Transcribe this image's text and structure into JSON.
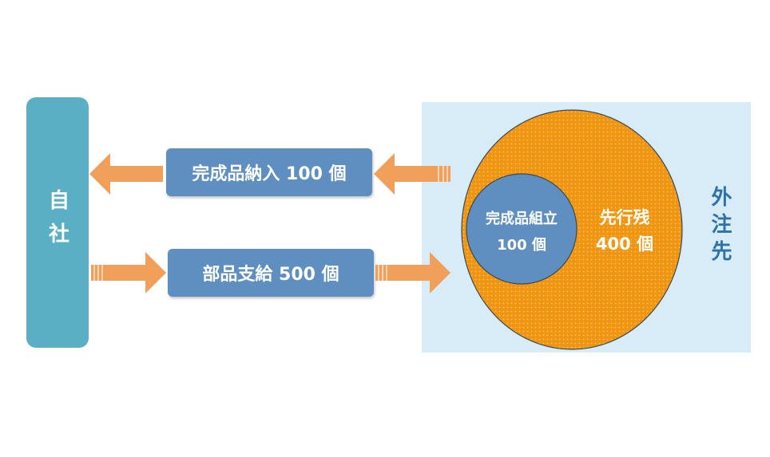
{
  "company": {
    "label": "自社"
  },
  "partner": {
    "label": "外注先"
  },
  "flows": {
    "delivery": {
      "label": "完成品納入 100 個"
    },
    "supply": {
      "label": "部品支給 500 個"
    }
  },
  "circles": {
    "assembled": {
      "line1": "完成品組立",
      "line2": "100 個"
    },
    "remaining": {
      "line1": "先行残",
      "line2": "400 個"
    }
  },
  "colors": {
    "company": "#5aafc4",
    "flow_box": "#5f8fc0",
    "arrow": "#f0a05a",
    "panel": "#d7ecf7",
    "outer_circle": "#f0950f",
    "inner_circle": "#5f8fc0",
    "partner_text": "#2d72a8"
  }
}
